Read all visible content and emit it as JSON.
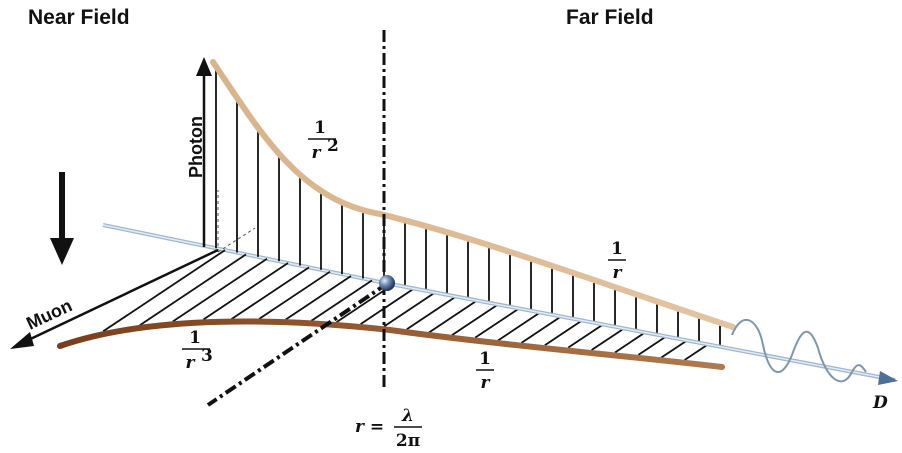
{
  "labels": {
    "near_field": "Near Field",
    "far_field": "Far Field",
    "photon_axis": "Photon",
    "muon_axis": "Muon",
    "distance_axis": "D"
  },
  "fractions": {
    "inv_r2": {
      "num": "1",
      "den": "r",
      "exp": "2"
    },
    "inv_r_upper": {
      "num": "1",
      "den": "r"
    },
    "inv_r3": {
      "num": "1",
      "den": "r",
      "exp": "3"
    },
    "inv_r_lower": {
      "num": "1",
      "den": "r"
    }
  },
  "boundary": {
    "lhs": "r =",
    "num": "λ",
    "den": "2π"
  },
  "colors": {
    "upper_curve": "#d7b48f",
    "lower_curve": "#9a5a2e",
    "axis_line": "#9fb6cc",
    "wave": "#7f96b0",
    "ink": "#111111"
  }
}
